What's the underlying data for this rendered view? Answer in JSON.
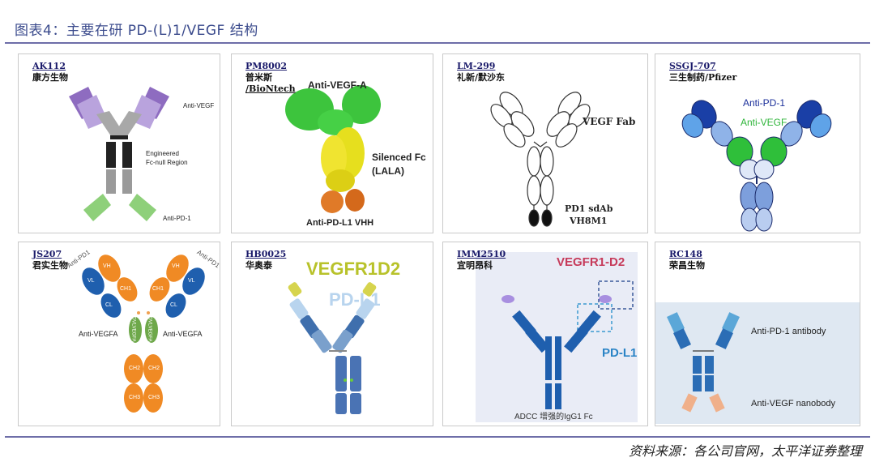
{
  "title": "图表4：主要在研 PD-(L)1/VEGF 结构",
  "source": "资料来源：各公司官网，太平洋证券整理",
  "panels": [
    {
      "code": "AK112",
      "org": "康方生物",
      "labels": [
        "Anti-VEGF",
        "Engineered",
        "Fc-null Region",
        "Anti-PD-1"
      ]
    },
    {
      "code": "PM8002",
      "org": "普米斯",
      "org2": "/BioNtech",
      "labels": [
        "Anti-VEGF-A",
        "Silenced Fc",
        "(LALA)",
        "Anti-PD-L1 VHH"
      ]
    },
    {
      "code": "LM-299",
      "org": "礼新/默沙东",
      "labels": [
        "VEGF Fab",
        "PD1 sdAb",
        "VH8M1"
      ]
    },
    {
      "code": "SSGJ-707",
      "org": "三生制药/Pfizer",
      "labels": [
        "Anti-PD-1",
        "Anti-VEGF"
      ]
    },
    {
      "code": "JS207",
      "org": "君实生物",
      "labels": [
        "Anti-PD1",
        "Anti-PD1",
        "VH",
        "VL",
        "CH1",
        "CL",
        "VH",
        "VL",
        "CH1",
        "CL",
        "Anti-VEGFA",
        "Anti-VEGFA",
        "DVLVEGFA",
        "DVLVEGFA",
        "CH2",
        "CH2",
        "CH3",
        "CH3"
      ]
    },
    {
      "code": "HB0025",
      "org": "华奥泰",
      "labels": [
        "VEGFR1D2",
        "PD-L1"
      ]
    },
    {
      "code": "IMM2510",
      "org": "宜明昂科",
      "labels": [
        "VEGFR1-D2",
        "PD-L1",
        "ADCC 增强的IgG1 Fc"
      ]
    },
    {
      "code": "RC148",
      "org": "荣昌生物",
      "labels": [
        "Anti-PD-1 antibody",
        "Anti-VEGF nanobody"
      ]
    }
  ],
  "colors": {
    "title": "#3a4a8c",
    "rule": "#6e6ea8",
    "purple": "#8e6cc0",
    "green": "#3bbf3b",
    "orange": "#f08a24",
    "blue": "#1f5fae"
  }
}
